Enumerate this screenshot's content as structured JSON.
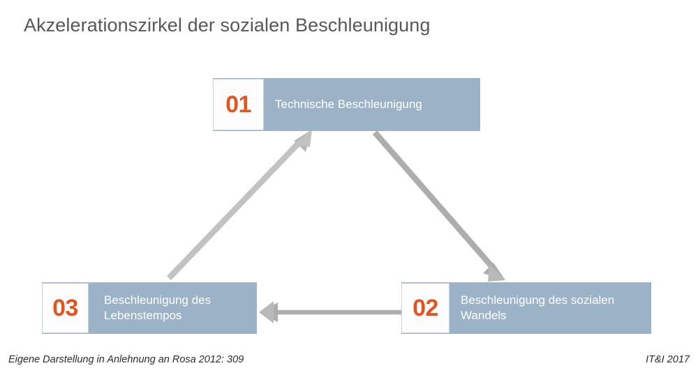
{
  "slide": {
    "title": "Akzelerationszirkel der sozialen Beschleunigung",
    "background_color": "#ffffff",
    "title_color": "#575757"
  },
  "colors": {
    "box_fill": "#9cb2c6",
    "number_text": "#e2551f",
    "number_cell_fill": "#fdfdfd",
    "number_cell_border": "#c5d2de",
    "label_text": "#ffffff",
    "arrow": "#adadad",
    "footer_text": "#2b2b2b"
  },
  "steps": [
    {
      "number": "01",
      "label": "Technische Beschleunigung"
    },
    {
      "number": "02",
      "label": "Beschleunigung des sozialen Wandels"
    },
    {
      "number": "03",
      "label": "Beschleunigung des Lebenstempos"
    }
  ],
  "arrows": [
    {
      "name": "arrow-01-to-02",
      "from_step": "01",
      "to_step": "02",
      "direction": "down-right"
    },
    {
      "name": "arrow-02-to-03",
      "from_step": "02",
      "to_step": "03",
      "direction": "left"
    },
    {
      "name": "arrow-03-to-01",
      "from_step": "03",
      "to_step": "01",
      "direction": "up-right"
    }
  ],
  "footer": {
    "source": "Eigene Darstellung in Anlehnung an Rosa 2012: 309",
    "credit": "IT&I 2017"
  }
}
